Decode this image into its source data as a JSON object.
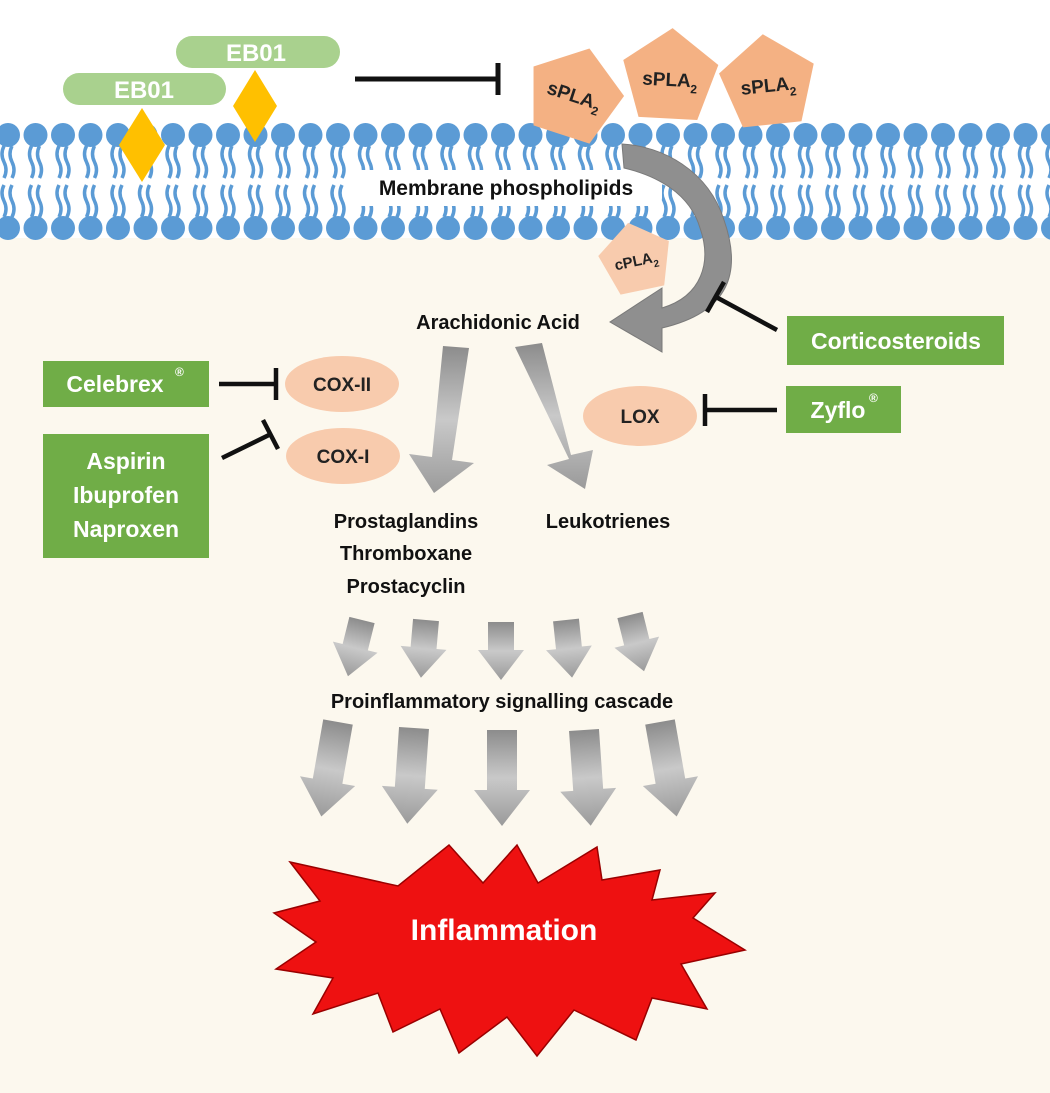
{
  "membrane": {
    "label": "Membrane phospholipids"
  },
  "peptides": {
    "eb01_upper": "EB01",
    "eb01_lower": "EB01"
  },
  "enzymes": {
    "spla2_1": "sPLA",
    "spla2_2": "sPLA",
    "spla2_3": "sPLA",
    "spla2_sub": "2",
    "cpla2": "cPLA",
    "cpla2_sub": "2",
    "cox2": "COX-II",
    "cox1": "COX-I",
    "lox": "LOX"
  },
  "drugs": {
    "celebrex": "Celebrex",
    "celebrex_mark": "®",
    "nsaids": [
      "Aspirin",
      "Ibuprofen",
      "Naproxen"
    ],
    "corticosteroids": "Corticosteroids",
    "zyflo": "Zyflo",
    "zyflo_mark": "®"
  },
  "pathway": {
    "arachidonic_acid": "Arachidonic Acid",
    "prostanoids": [
      "Prostaglandins",
      "Thromboxane",
      "Prostacyclin"
    ],
    "leukotrienes": "Leukotrienes",
    "cascade": "Proinflammatory signalling cascade",
    "outcome": "Inflammation"
  },
  "colors": {
    "background": "#fcf8ee",
    "membrane": "#5b9bd5",
    "drug_box": "#70ad47",
    "peptide_bar": "#a9d18e",
    "diamond": "#ffc000",
    "enzyme": "#f4b183",
    "arrow": "#a6a6a6",
    "burst": "#ee1111"
  }
}
